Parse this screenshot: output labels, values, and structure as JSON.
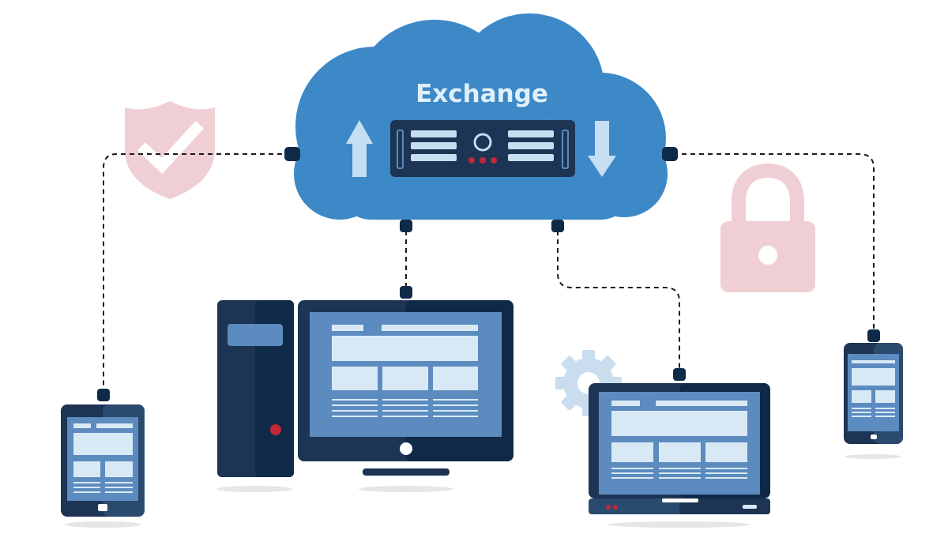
{
  "cloud": {
    "title": "Exchange"
  },
  "colors": {
    "cloud": "#3d88c7",
    "cloud_title": "#dff0fb",
    "device_dark": "#1d3454",
    "device_mid": "#2a4a6e",
    "screen": "#5b8bbf",
    "screen_light": "#d8e9f5",
    "connector": "#0f2a48",
    "dashed_line": "#1a1a1a",
    "accent_red": "#c3273a",
    "security_pink": "#f0cfd4",
    "gear": "#c9ddef"
  },
  "icons": [
    "shield-check-icon",
    "padlock-icon",
    "gear-icon",
    "upload-arrow-icon",
    "download-arrow-icon"
  ],
  "devices": [
    "tablet",
    "desktop-computer",
    "laptop",
    "smartphone"
  ]
}
